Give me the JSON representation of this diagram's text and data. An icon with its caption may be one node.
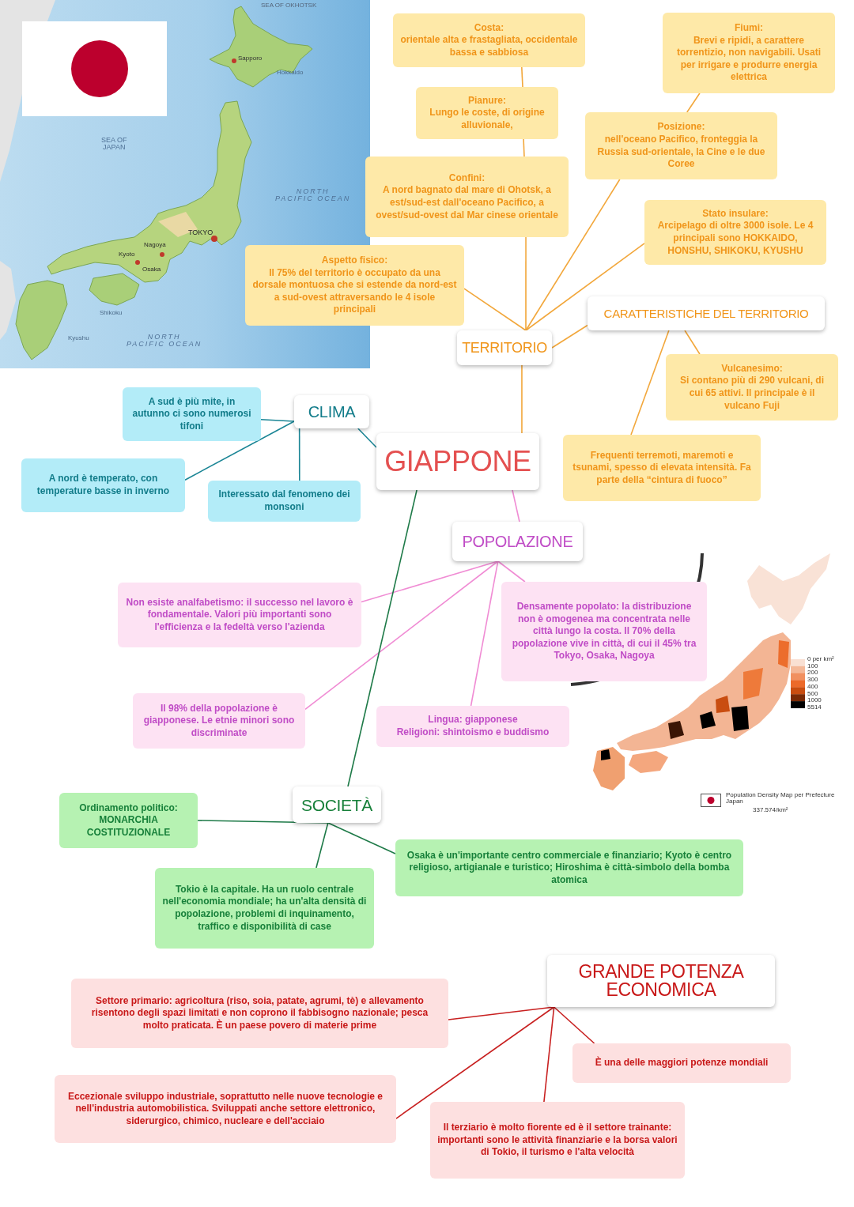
{
  "diagram": {
    "nodes": [
      {
        "text": [
          "Costa:",
          "orientale alta e frastagliata, occidentale bassa e sabbiosa"
        ]
      },
      {
        "text": [
          "Pianure:",
          "Lungo le coste, di origine alluvionale,"
        ]
      },
      {
        "text": [
          "Confini:",
          "A nord bagnato dal mare di Ohotsk, a est/sud-est dall'oceano Pacifico, a ovest/sud-ovest dal Mar cinese orientale"
        ]
      },
      {
        "text": [
          "Aspetto fisico:",
          "Il 75% del territorio è occupato da una dorsale montuosa che si estende da nord-est a sud-ovest attraversando le 4 isole principali"
        ]
      },
      {
        "text": [
          "Fiumi:",
          "Brevi e ripidi, a carattere torrentizio, non navigabili. Usati per irrigare e produrre energia elettrica"
        ]
      },
      {
        "text": [
          "Posizione:",
          "nell'oceano Pacifico, fronteggia la Russia sud-orientale, la Cine e le due Coree"
        ]
      },
      {
        "text": [
          "Stato insulare:",
          "Arcipelago di oltre 3000 isole. Le 4 principali sono HOKKAIDO, HONSHU, SHIKOKU, KYUSHU"
        ]
      },
      {
        "text": [
          "TERRITORIO"
        ]
      },
      {
        "text": [
          "CARATTERISTICHE DEL TERRITORIO"
        ]
      },
      {
        "text": [
          "Vulcanesimo:",
          "Si contano più di 290 vulcani, di cui 65 attivi. Il principale è il vulcano Fuji"
        ]
      },
      {
        "text": [
          "Frequenti terremoti, maremoti e tsunami, spesso di elevata intensità. Fa parte della “cintura di fuoco”"
        ]
      },
      {
        "text": [
          "GIAPPONE"
        ]
      },
      {
        "text": [
          "CLIMA"
        ]
      },
      {
        "text": [
          "A sud è più mite, in autunno ci sono numerosi tifoni"
        ]
      },
      {
        "text": [
          "A nord è temperato, con temperature basse in inverno"
        ]
      },
      {
        "text": [
          "Interessato dal fenomeno dei monsoni"
        ]
      },
      {
        "text": [
          "POPOLAZIONE"
        ]
      },
      {
        "text": [
          "Non esiste analfabetismo: il successo nel lavoro è fondamentale. Valori più importanti sono l'efficienza e la fedeltà verso l'azienda"
        ]
      },
      {
        "text": [
          "Densamente popolato: la distribuzione non è omogenea ma concentrata nelle città lungo la costa. Il 70% della popolazione vive in città, di cui il 45% tra Tokyo, Osaka, Nagoya"
        ]
      },
      {
        "text": [
          "Il 98% della popolazione è giapponese. Le etnie minori sono discriminate"
        ]
      },
      {
        "text": [
          "Lingua: giapponese",
          "Religioni: shintoismo e buddismo"
        ]
      },
      {
        "text": [
          "SOCIETÀ"
        ]
      },
      {
        "text": [
          "Ordinamento politico:",
          "MONARCHIA COSTITUZIONALE"
        ]
      },
      {
        "text": [
          "Tokio è la capitale. Ha un ruolo centrale nell'economia mondiale; ha un'alta densità di popolazione, problemi di inquinamento, traffico e disponibilità di case"
        ]
      },
      {
        "text": [
          "Osaka è un'importante centro commerciale e finanziario; Kyoto è centro religioso, artigianale e turistico; Hiroshima è città-simbolo della bomba atomica"
        ]
      },
      {
        "text": [
          "GRANDE POTENZA ECONOMICA"
        ]
      },
      {
        "text": [
          "Settore primario: agricoltura (riso, soia, patate, agrumi, tè) e allevamento risentono degli spazi limitati e non coprono il fabbisogno nazionale; pesca molto praticata. È un paese povero di materie prime"
        ]
      },
      {
        "text": [
          "È una delle maggiori potenze mondiali"
        ]
      },
      {
        "text": [
          "Eccezionale sviluppo industriale, soprattutto nelle nuove tecnologie e nell'industria automobilistica. Sviluppati anche settore elettronico, siderurgico, chimico, nucleare e dell'acciaio"
        ]
      },
      {
        "text": [
          "Il terziario è molto fiorente ed è il settore trainante: importanti sono le attività finanziarie e la borsa valori di Tokio, il turismo e l'alta velocità"
        ]
      }
    ],
    "edges": [
      {
        "from": 7,
        "to": 2,
        "arrow": "none"
      },
      {
        "from": 2,
        "to": 1,
        "arrow": "none"
      },
      {
        "from": 1,
        "to": 0,
        "arrow": "none"
      },
      {
        "from": 7,
        "to": 3,
        "arrow": "none"
      },
      {
        "from": 7,
        "to": 5,
        "arrow": "none"
      },
      {
        "from": 7,
        "to": 6,
        "arrow": "none"
      },
      {
        "from": 7,
        "to": 8,
        "arrow": "none"
      },
      {
        "from": 5,
        "to": 4,
        "arrow": "none"
      },
      {
        "from": 8,
        "to": 9,
        "arrow": "none"
      },
      {
        "from": 8,
        "to": 10,
        "arrow": "none"
      },
      {
        "from": 11,
        "to": 7,
        "arrow": "none"
      },
      {
        "from": 11,
        "to": 12,
        "arrow": "none",
        "color": "#1a8595"
      },
      {
        "from": 12,
        "to": 13,
        "arrow": "none",
        "color": "#1a8595"
      },
      {
        "from": 12,
        "to": 14,
        "arrow": "none",
        "color": "#1a8595"
      },
      {
        "from": 12,
        "to": 15,
        "arrow": "none",
        "color": "#1a8595"
      },
      {
        "from": 11,
        "to": 16,
        "arrow": "none",
        "color": "#f08cd4"
      },
      {
        "from": 16,
        "to": 17,
        "arrow": "none",
        "color": "#f08cd4"
      },
      {
        "from": 16,
        "to": 18,
        "arrow": "none",
        "color": "#f08cd4"
      },
      {
        "from": 16,
        "to": 19,
        "arrow": "none",
        "color": "#f08cd4"
      },
      {
        "from": 16,
        "to": 20,
        "arrow": "none",
        "color": "#f08cd4"
      },
      {
        "from": 11,
        "to": 21,
        "arrow": "none",
        "color": "#1e7a48"
      },
      {
        "from": 21,
        "to": 22,
        "arrow": "none",
        "color": "#1e7a48"
      },
      {
        "from": 21,
        "to": 23,
        "arrow": "none",
        "color": "#1e7a48"
      },
      {
        "from": 21,
        "to": 24,
        "arrow": "none",
        "color": "#1e7a48"
      },
      {
        "from": 25,
        "to": 26,
        "arrow": "none",
        "color": "#c82020"
      },
      {
        "from": 25,
        "to": 27,
        "arrow": "none",
        "color": "#c82020"
      },
      {
        "from": 25,
        "to": 28,
        "arrow": "none",
        "color": "#c82020"
      },
      {
        "from": 25,
        "to": 29,
        "arrow": "none",
        "color": "#c82020"
      }
    ],
    "labels": [
      "SEA OF OKHOTSK",
      "Sapporo",
      "Hokkaido",
      "SEA OF JAPAN",
      "NORTH PACIFIC OCEAN",
      "TOKYO",
      "Nagoya",
      "Kyoto",
      "Osaka",
      "Shikoku",
      "Kyushu",
      "NORTH PACIFIC OCEAN",
      "0 per km²",
      "100",
      "200",
      "300",
      "400",
      "500",
      "1000",
      "5514",
      "Population Density Map per Prefecture Japan",
      "337.574/km²"
    ]
  }
}
